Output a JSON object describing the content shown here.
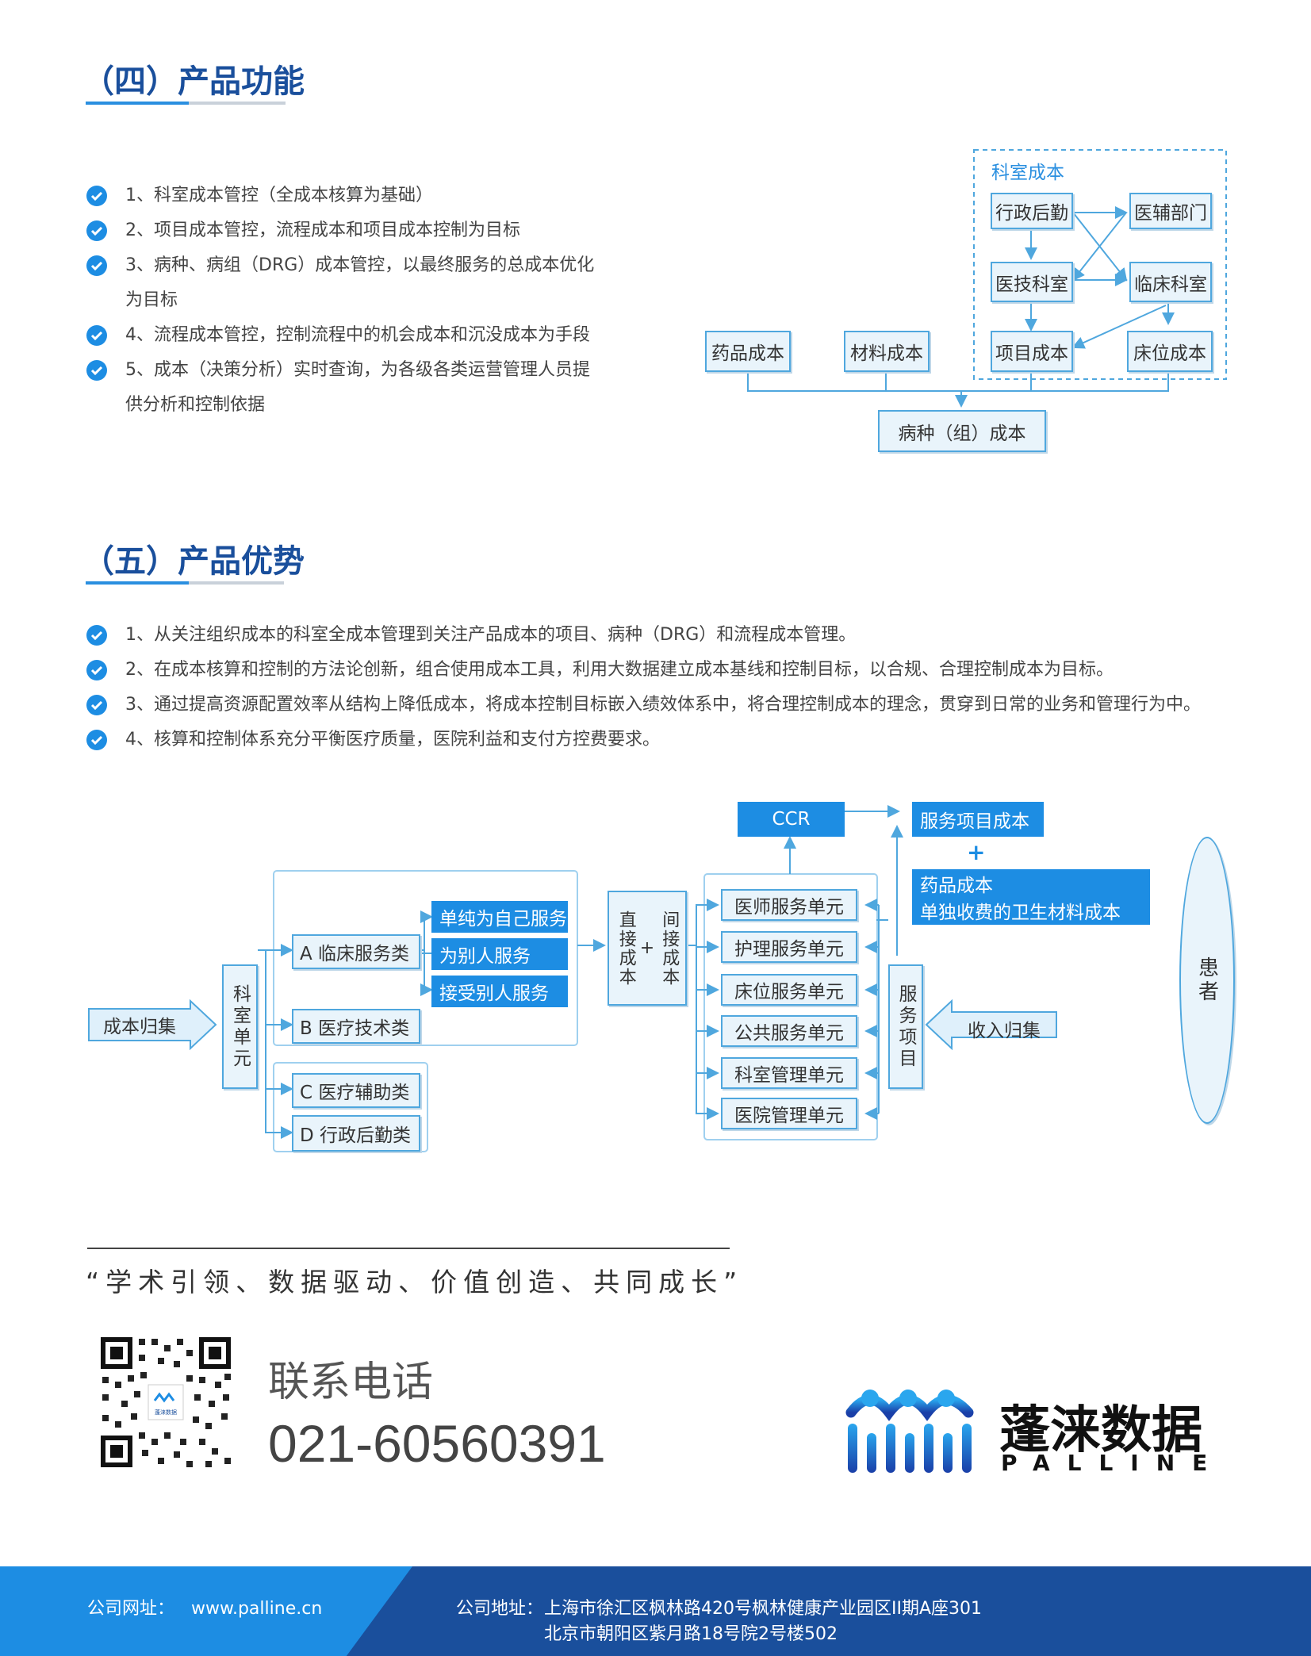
{
  "section4": {
    "title": "（四）产品功能",
    "items": [
      "1、科室成本管控（全成本核算为基础）",
      "2、项目成本管控，流程成本和项目成本控制为目标",
      "3、病种、病组（DRG）成本管控，以最终服务的总成本优化",
      "为目标",
      "4、流程成本管控，控制流程中的机会成本和沉没成本为手段",
      "5、成本（决策分析）实时查询，为各级各类运营管理人员提",
      "供分析和控制依据"
    ],
    "diagram": {
      "group_label": "科室成本",
      "admin": "行政后勤",
      "aux": "医辅部门",
      "medtech": "医技科室",
      "clinical": "临床科室",
      "drug": "药品成本",
      "material": "材料成本",
      "project": "项目成本",
      "bed": "床位成本",
      "disease": "病种（组）成本"
    }
  },
  "section5": {
    "title": "（五）产品优势",
    "items": [
      "1、从关注组织成本的科室全成本管理到关注产品成本的项目、病种（DRG）和流程成本管理。",
      "2、在成本核算和控制的方法论创新，组合使用成本工具，利用大数据建立成本基线和控制目标，以合规、合理控制成本为目标。",
      "3、通过提高资源配置效率从结构上降低成本，将成本控制目标嵌入绩效体系中，将合理控制成本的理念，贯穿到日常的业务和管理行为中。",
      "4、核算和控制体系充分平衡医疗质量，医院利益和支付方控费要求。"
    ],
    "flow": {
      "cost_collect": "成本归集",
      "dept_unit": "科室单元",
      "cat_a": "A 临床服务类",
      "cat_b": "B 医疗技术类",
      "cat_c": "C 医疗辅助类",
      "cat_d": "D 行政后勤类",
      "svc_self": "单纯为自己服务",
      "svc_others": "为别人服务",
      "svc_recv": "接受别人服务",
      "direct": "直接成本",
      "plus": "+",
      "indirect": "间接成本",
      "ccr": "CCR",
      "svc_item_cost": "服务项目成本",
      "plus2": "+",
      "drug_line1": "药品成本",
      "drug_line2": "单独收费的卫生材料成本",
      "units": [
        "医师服务单元",
        "护理服务单元",
        "床位服务单元",
        "公共服务单元",
        "科室管理单元",
        "医院管理单元"
      ],
      "svc_item": "服务项目",
      "income_collect": "收入归集",
      "patient": "患者"
    }
  },
  "quote": "“学术引领、数据驱动、价值创造、共同成长”",
  "contact": {
    "label": "联系电话",
    "phone": "021-60560391"
  },
  "brand": {
    "name_cn": "蓬涞数据",
    "name_en": "PALLINE",
    "qr_label": "蓬涞数据"
  },
  "footer": {
    "website_label": "公司网址：",
    "website": "www.palline.cn",
    "address_label": "公司地址：",
    "address1": "上海市徐汇区枫林路420号枫林健康产业园区II期A座301",
    "address2": "北京市朝阳区紫月路18号院2号楼502"
  },
  "colors": {
    "accent": "#1d8de3",
    "title": "#1a4f9c",
    "box_border": "#4fa7de",
    "box_fill": "#e9f4fb",
    "footer": "#1a4f9c"
  }
}
